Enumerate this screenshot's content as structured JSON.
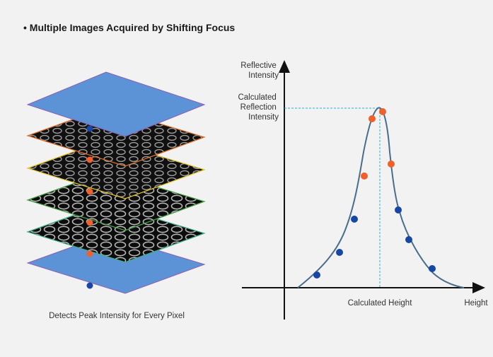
{
  "title": "• Multiple Images Acquired by Shifting Focus",
  "stack_caption": "Detects Peak Intensity for Every Pixel",
  "graph": {
    "ylabel_lines": [
      "Reflective",
      "Intensity"
    ],
    "peak_label_lines": [
      "Calculated",
      "Reflection",
      "Intensity"
    ],
    "x_marker_label": "Calculated Height",
    "xlabel": "Height"
  },
  "colors": {
    "background": "#f2f2f3",
    "plane_blue": "#5b93d6",
    "dot_blue": "#1846a3",
    "dot_orange": "#f0602a",
    "curve": "#4a6d8c",
    "guide": "#2ab0d8",
    "layer_edges": [
      "#e0702a",
      "#e3c62a",
      "#47a347",
      "#3fae8a"
    ]
  }
}
